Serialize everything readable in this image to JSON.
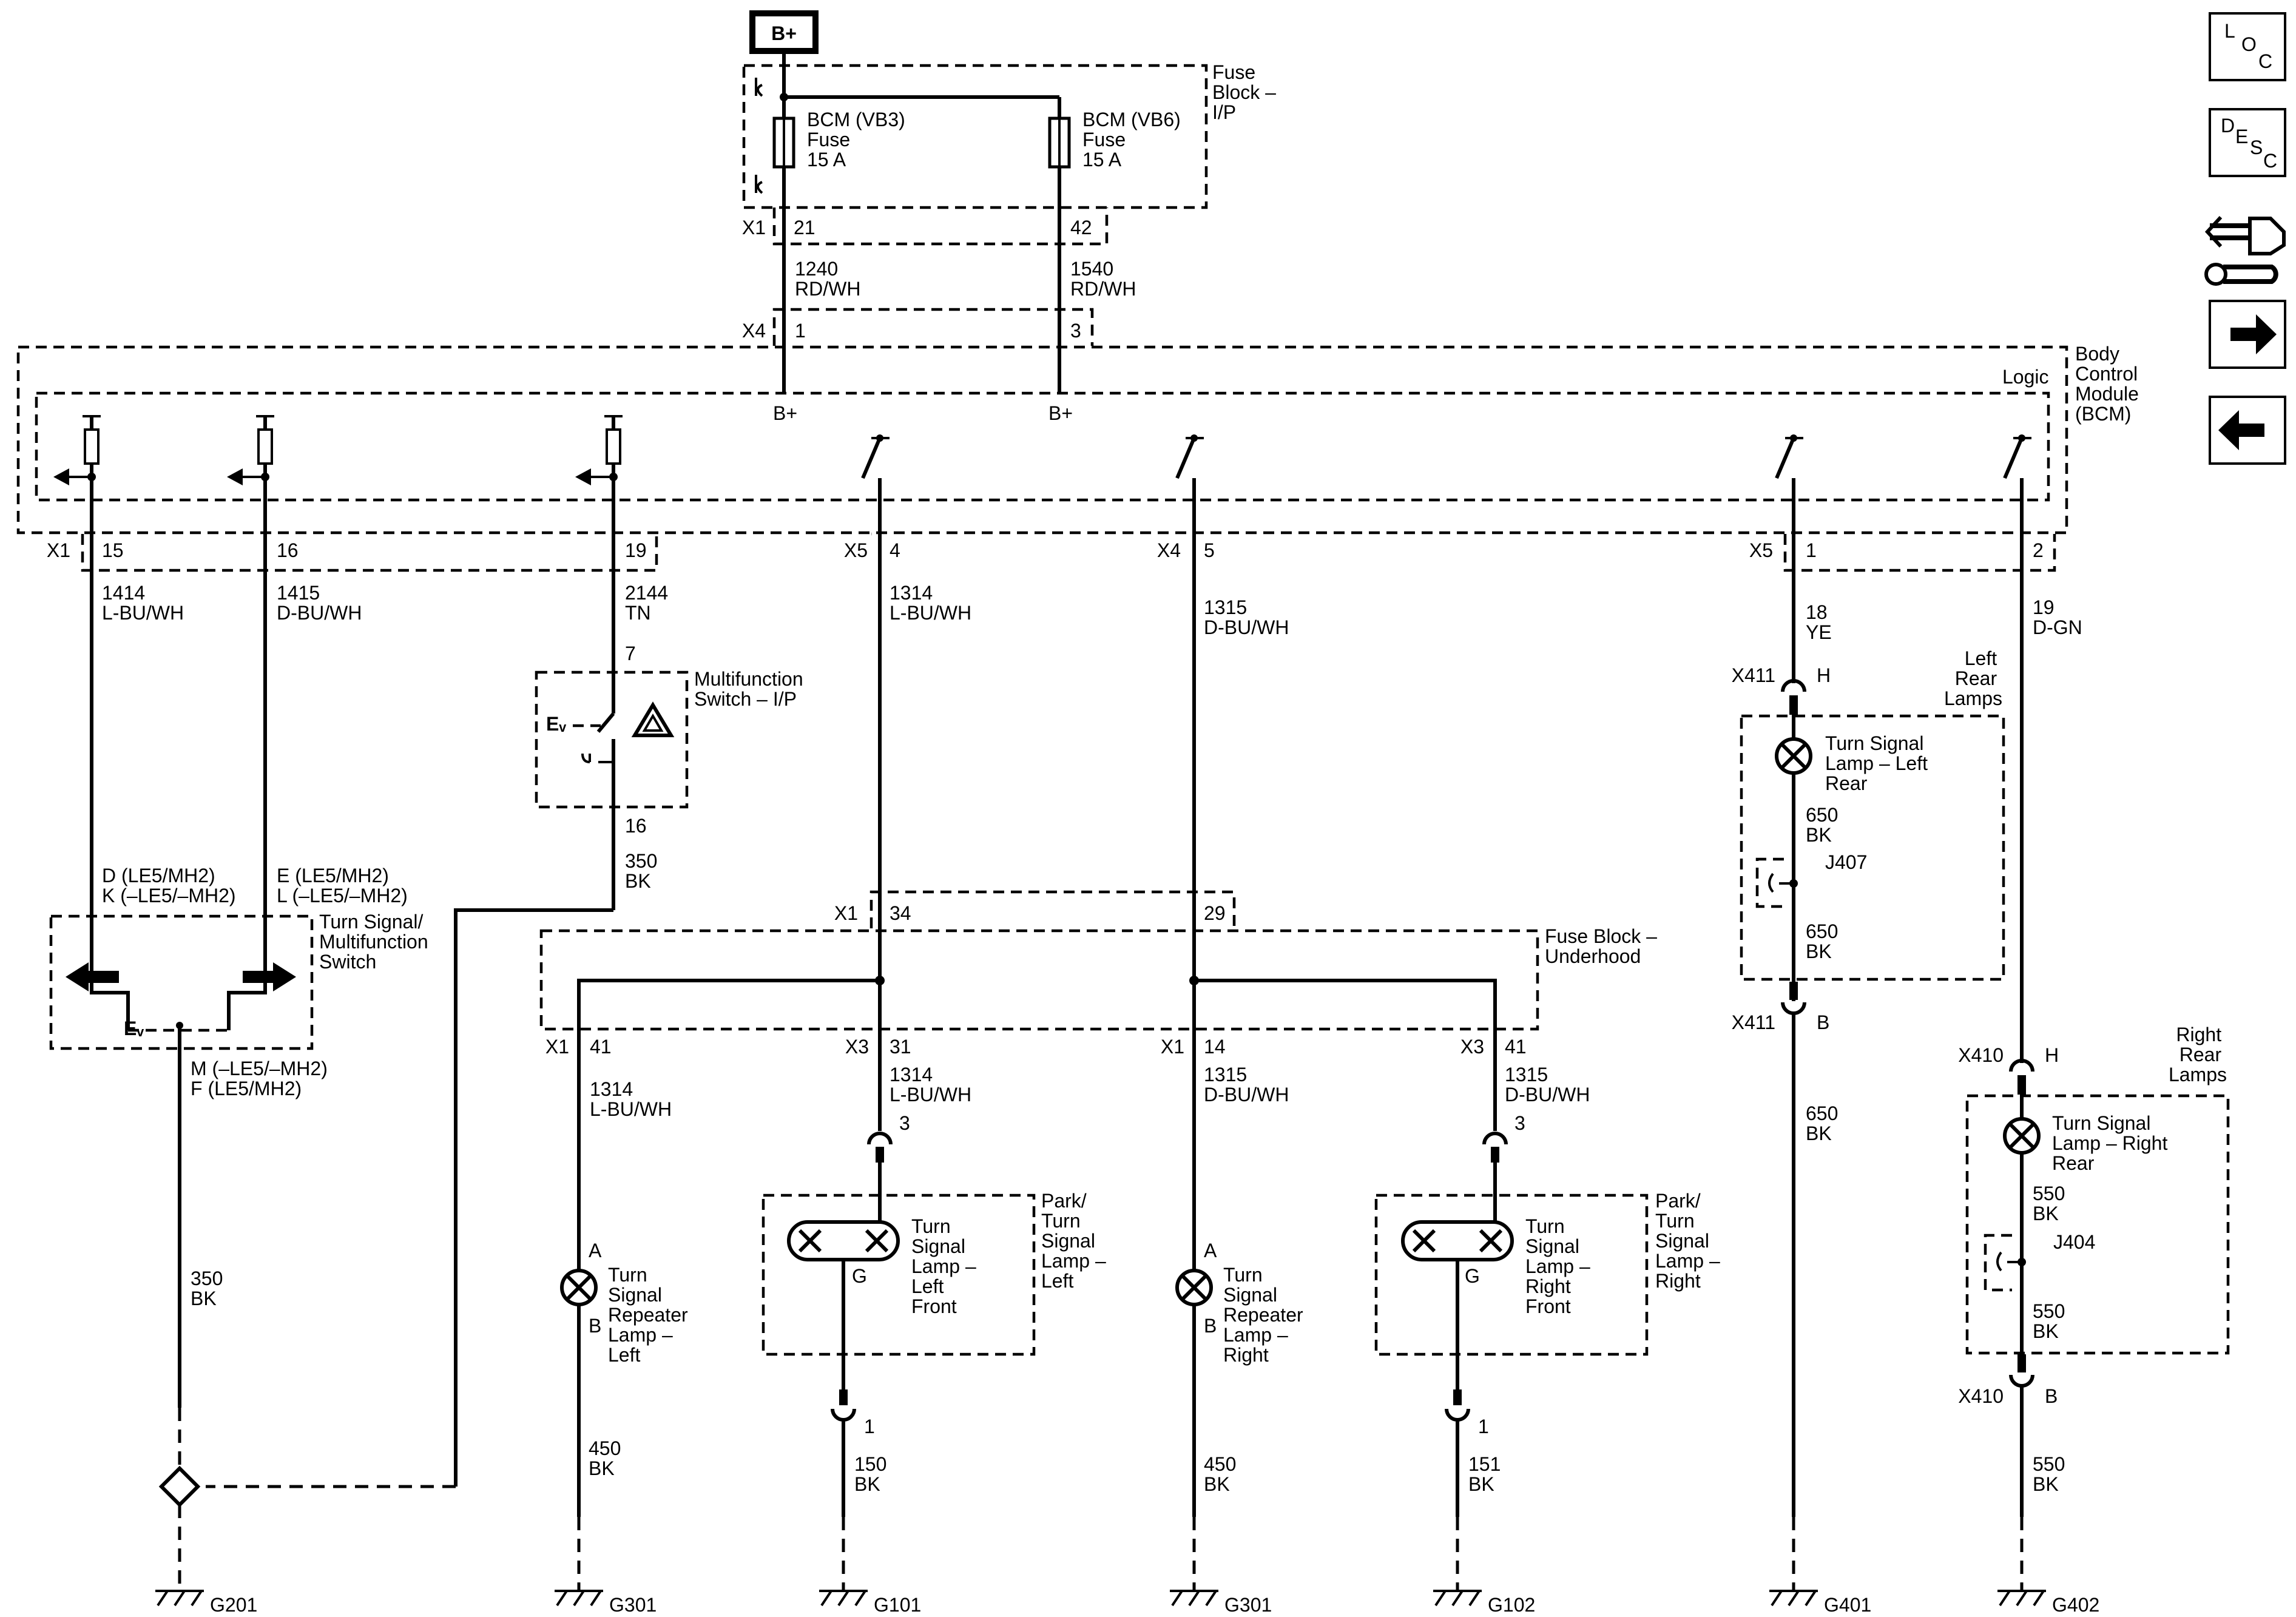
{
  "power": {
    "bplus": "B+"
  },
  "fuse_block_ip": {
    "name": [
      "Fuse",
      "Block –",
      "I/P"
    ],
    "fuse_left": [
      "BCM (VB3)",
      "Fuse",
      "15 A"
    ],
    "fuse_right": [
      "BCM (VB6)",
      "Fuse",
      "15 A"
    ],
    "conn": "X1",
    "pin_left": "21",
    "pin_right": "42"
  },
  "feeds": {
    "left": {
      "circuit": "1240",
      "color": "RD/WH"
    },
    "right": {
      "circuit": "1540",
      "color": "RD/WH"
    }
  },
  "bcm": {
    "name": [
      "Body",
      "Control",
      "Module",
      "(BCM)"
    ],
    "logic": "Logic",
    "x4_conn": "X4",
    "x4_pin1": "1",
    "x4_pin3": "3",
    "bplus_left": "B+",
    "bplus_right": "B+"
  },
  "bcm_outputs": [
    {
      "conn": "X1",
      "pin": "15",
      "circuit": "1414",
      "color": "L-BU/WH"
    },
    {
      "conn": "",
      "pin": "16",
      "circuit": "1415",
      "color": "D-BU/WH"
    },
    {
      "conn": "",
      "pin": "19",
      "circuit": "2144",
      "color": "TN"
    },
    {
      "conn": "X5",
      "pin": "4",
      "circuit": "1314",
      "color": "L-BU/WH"
    },
    {
      "conn": "X4",
      "pin": "5",
      "circuit": "1315",
      "color": "D-BU/WH"
    },
    {
      "conn": "X5",
      "pin": "1",
      "circuit": "18",
      "color": "YE"
    },
    {
      "conn": "",
      "pin": "2",
      "circuit": "19",
      "color": "D-GN"
    }
  ],
  "multifunction_switch": {
    "name": [
      "Multifunction",
      "Switch – I/P"
    ],
    "pin_in": "7",
    "pin_out": "16",
    "out_wire": {
      "circuit": "350",
      "color": "BK"
    }
  },
  "turn_signal_switch": {
    "name": [
      "Turn Signal/",
      "Multifunction",
      "Switch"
    ],
    "left_pins": [
      "D (LE5/MH2)",
      "K (–LE5/–MH2)"
    ],
    "right_pins": [
      "E (LE5/MH2)",
      "L (–LE5/–MH2)"
    ],
    "bottom_pins": [
      "M (–LE5/–MH2)",
      "F (LE5/MH2)"
    ],
    "out_wire": {
      "circuit": "350",
      "color": "BK"
    }
  },
  "fuse_block_uh": {
    "name": [
      "Fuse Block –",
      "Underhood"
    ],
    "x1_conn": "X1",
    "x1_pin34": "34",
    "x1_pin29": "29"
  },
  "branches": [
    {
      "conn": "X1",
      "pin": "41",
      "circuit": "1314",
      "color": "L-BU/WH"
    },
    {
      "conn": "X3",
      "pin": "31",
      "circuit": "1314",
      "color": "L-BU/WH"
    },
    {
      "conn": "X1",
      "pin": "14",
      "circuit": "1315",
      "color": "D-BU/WH"
    },
    {
      "conn": "X3",
      "pin": "41",
      "circuit": "1315",
      "color": "D-BU/WH"
    }
  ],
  "repeater_left": {
    "name": [
      "Turn",
      "Signal",
      "Repeater",
      "Lamp –",
      "Left"
    ],
    "pin_a": "A",
    "pin_b": "B",
    "ground_wire": {
      "circuit": "450",
      "color": "BK"
    }
  },
  "repeater_right": {
    "name": [
      "Turn",
      "Signal",
      "Repeater",
      "Lamp –",
      "Right"
    ],
    "pin_a": "A",
    "pin_b": "B",
    "ground_wire": {
      "circuit": "450",
      "color": "BK"
    }
  },
  "front_left_lamp": {
    "name": [
      "Turn",
      "Signal",
      "Lamp –",
      "Left",
      "Front"
    ],
    "assembly": [
      "Park/",
      "Turn",
      "Signal",
      "Lamp –",
      "Left"
    ],
    "pin_in": "3",
    "pin_g": "G",
    "pin_out": "1",
    "ground_wire": {
      "circuit": "150",
      "color": "BK"
    }
  },
  "front_right_lamp": {
    "name": [
      "Turn",
      "Signal",
      "Lamp –",
      "Right",
      "Front"
    ],
    "assembly": [
      "Park/",
      "Turn",
      "Signal",
      "Lamp –",
      "Right"
    ],
    "pin_in": "3",
    "pin_g": "G",
    "pin_out": "1",
    "ground_wire": {
      "circuit": "151",
      "color": "BK"
    }
  },
  "left_rear": {
    "assembly": [
      "Left",
      "Rear",
      "Lamps"
    ],
    "lamp": [
      "Turn Signal",
      "Lamp – Left",
      "Rear"
    ],
    "conn": "X411",
    "pin_h": "H",
    "pin_b": "B",
    "splice": "J407",
    "wire1": {
      "circuit": "650",
      "color": "BK"
    },
    "wire2": {
      "circuit": "650",
      "color": "BK"
    },
    "wire3": {
      "circuit": "650",
      "color": "BK"
    }
  },
  "right_rear": {
    "assembly": [
      "Right",
      "Rear",
      "Lamps"
    ],
    "lamp": [
      "Turn Signal",
      "Lamp – Right",
      "Rear"
    ],
    "conn": "X410",
    "pin_h": "H",
    "pin_b": "B",
    "splice": "J404",
    "wire1": {
      "circuit": "550",
      "color": "BK"
    },
    "wire2": {
      "circuit": "550",
      "color": "BK"
    },
    "wire3": {
      "circuit": "550",
      "color": "BK"
    }
  },
  "grounds": [
    "G201",
    "G301",
    "G101",
    "G301",
    "G102",
    "G401",
    "G402"
  ],
  "nav": {
    "loc": [
      "L",
      "O",
      "C"
    ],
    "desc": [
      "D",
      "E",
      "S",
      "C"
    ],
    "service_icon": "connector-wrench-icon",
    "next_icon": "arrow-right-icon",
    "prev_icon": "arrow-left-icon"
  }
}
